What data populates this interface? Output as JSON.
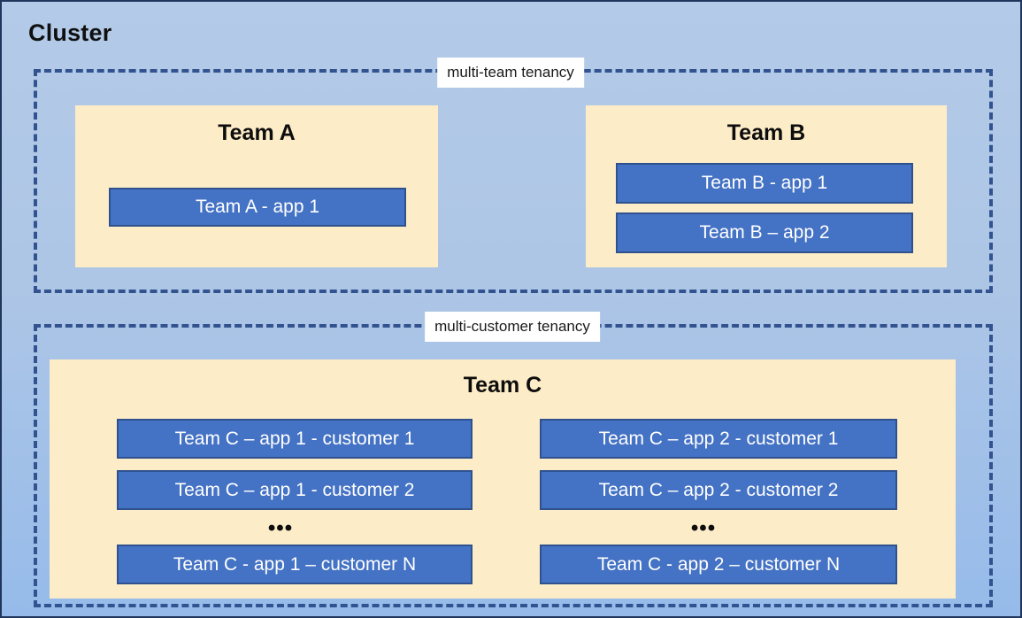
{
  "diagram": {
    "title": "Cluster",
    "background_color": "#aec6e6",
    "frame_border_color": "#32538f",
    "team_box_color": "#fdecc8",
    "app_bar_color": "#4472c4",
    "app_bar_border_color": "#2f528f"
  },
  "frames": [
    {
      "id": "multi-team",
      "caption": "multi-team tenancy"
    },
    {
      "id": "multi-customer",
      "caption": "multi-customer tenancy"
    }
  ],
  "teams": {
    "a": {
      "title": "Team A",
      "apps": [
        {
          "label": "Team A - app 1"
        }
      ]
    },
    "b": {
      "title": "Team B",
      "apps": [
        {
          "label": "Team B - app 1"
        },
        {
          "label": "Team B – app 2"
        }
      ]
    },
    "c": {
      "title": "Team C",
      "ellipsis": "•••",
      "app1": [
        {
          "label": "Team C – app 1 - customer 1"
        },
        {
          "label": "Team C – app 1 - customer 2"
        },
        {
          "label": "Team C - app 1 – customer N"
        }
      ],
      "app2": [
        {
          "label": "Team C – app 2 - customer 1"
        },
        {
          "label": "Team C – app 2 - customer 2"
        },
        {
          "label": "Team C - app 2 – customer N"
        }
      ]
    }
  }
}
